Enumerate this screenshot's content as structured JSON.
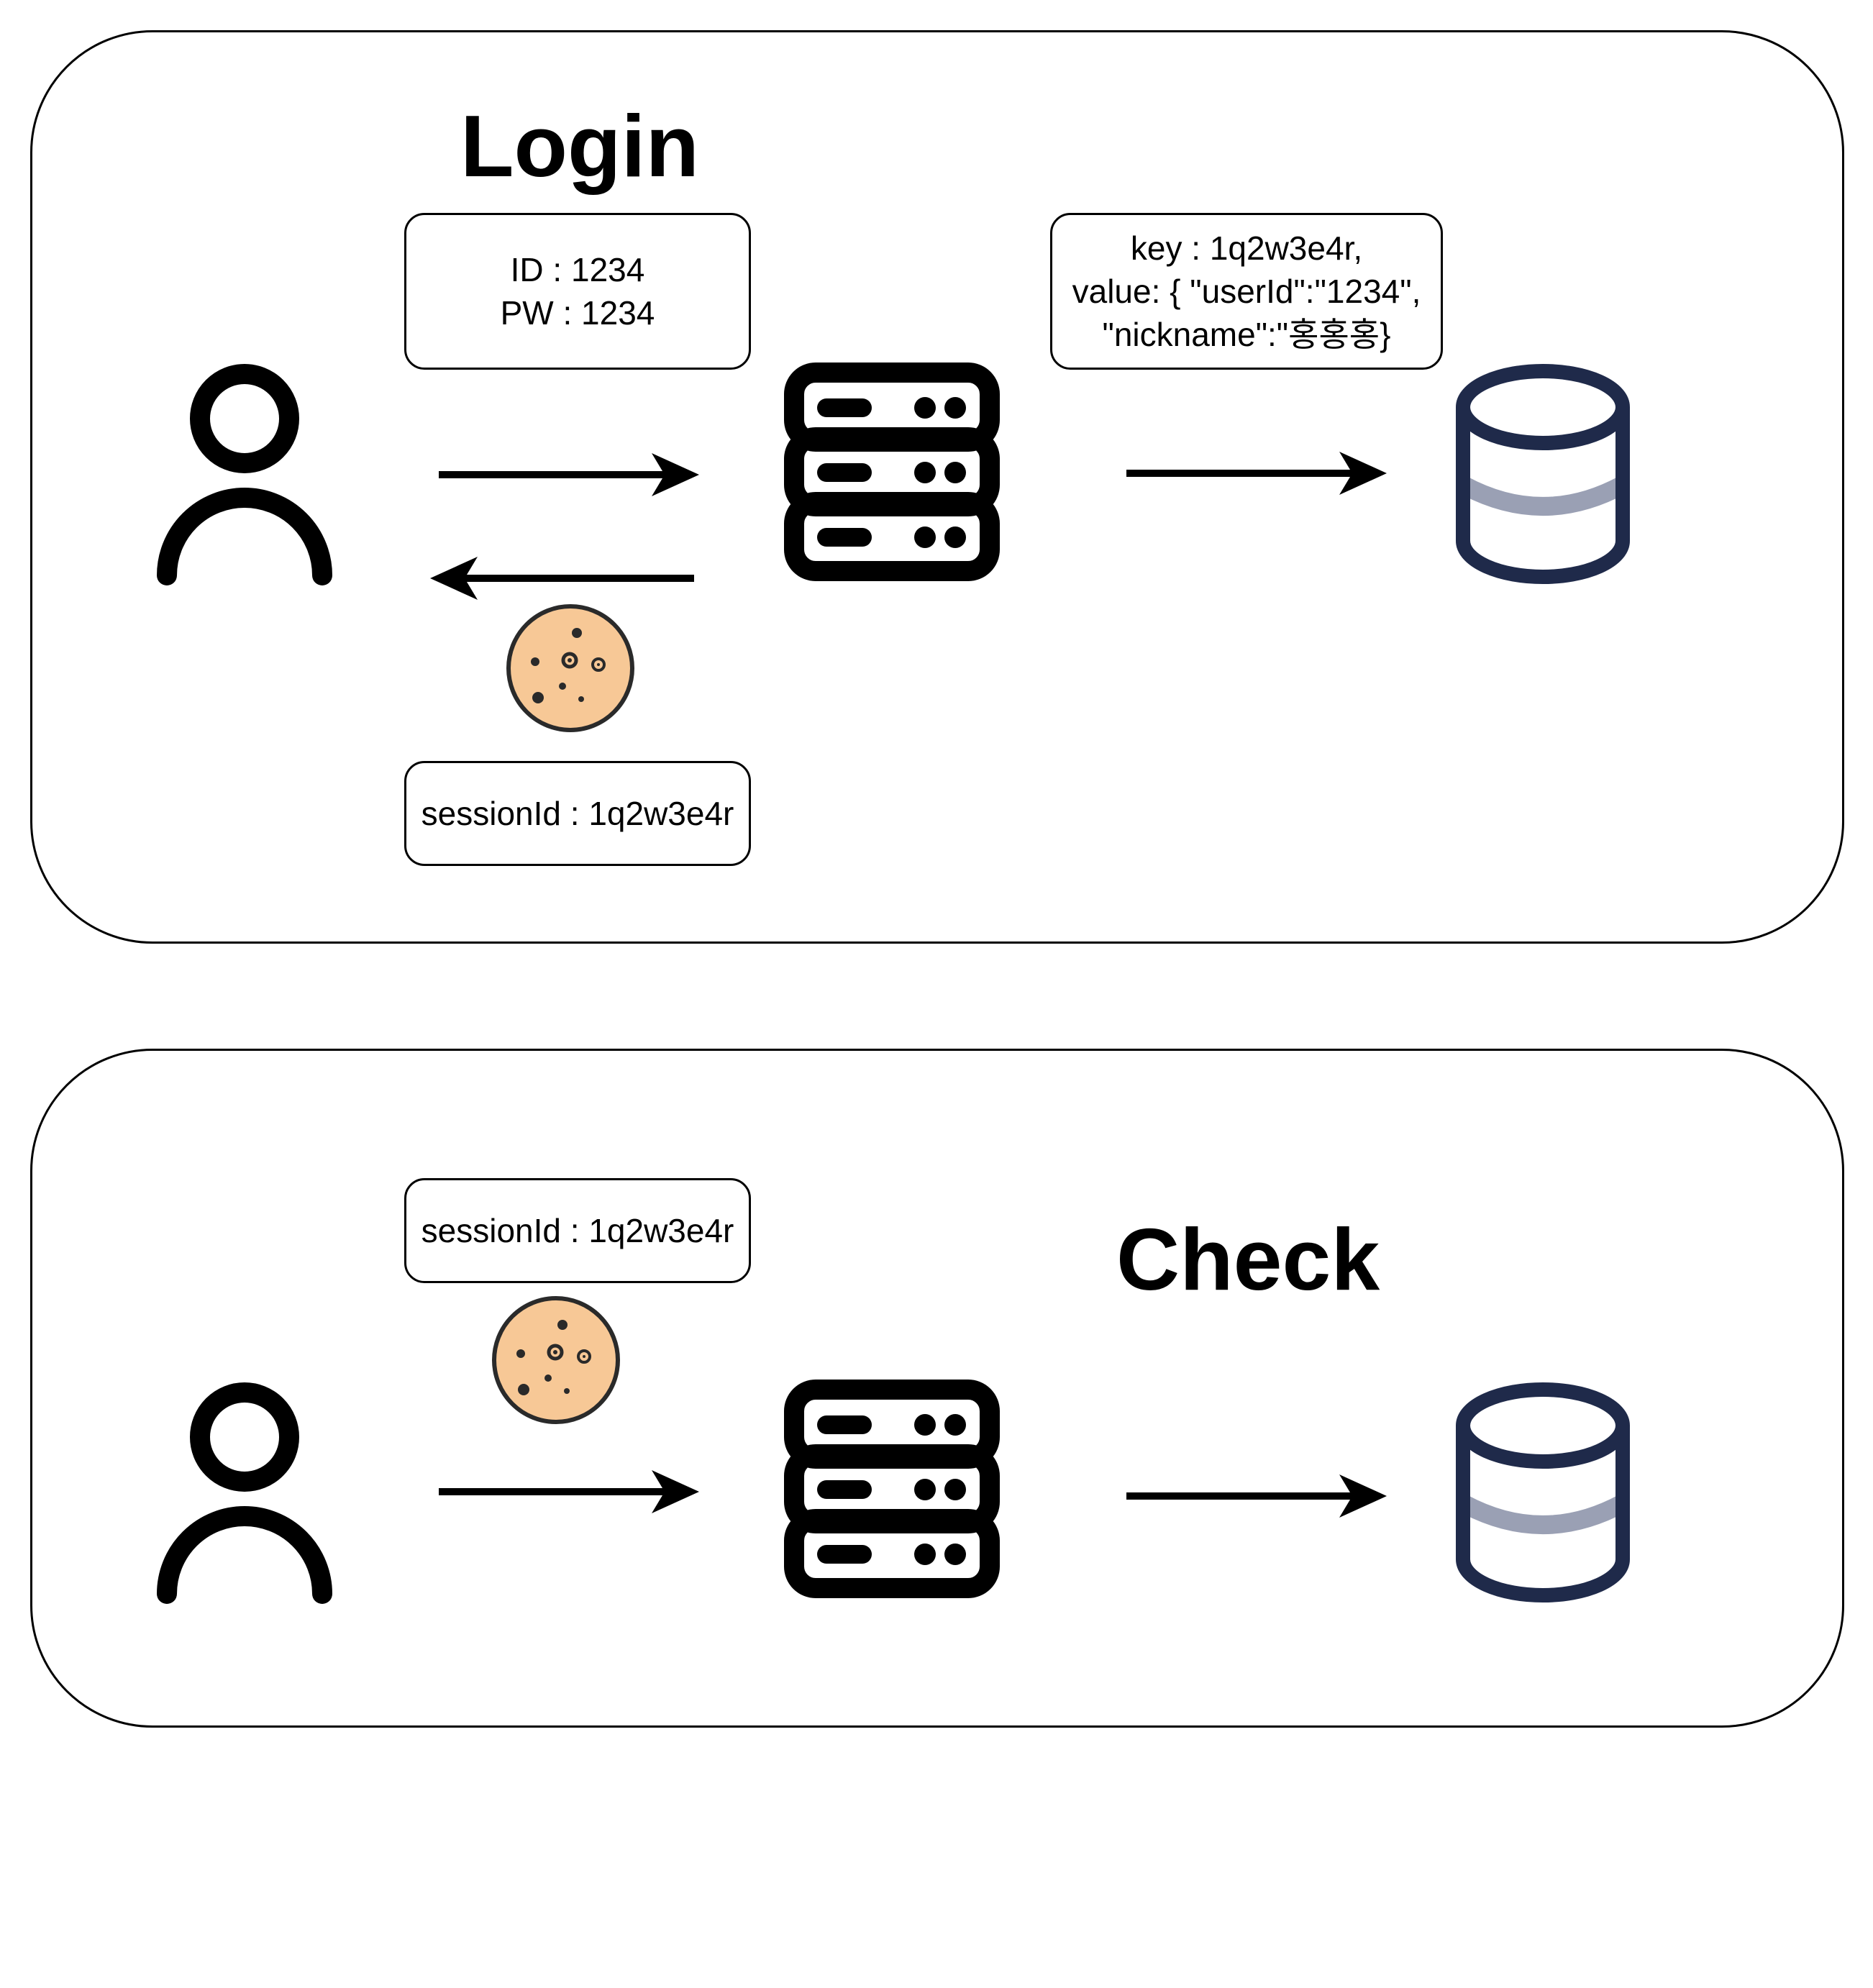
{
  "login": {
    "title": "Login",
    "credentials": {
      "line1": "ID : 1234",
      "line2": "PW : 1234"
    },
    "store": {
      "line1": "key : 1q2w3e4r,",
      "line2": "value: { \"userId\":\"1234\",",
      "line3": "\"nickname\":\"홍홍홍}"
    },
    "session": "sessionId : 1q2w3e4r"
  },
  "check": {
    "title": "Check",
    "session": "sessionId : 1q2w3e4r"
  },
  "colors": {
    "database_stroke": "#1f2a4a",
    "database_band": "#9aa0b4",
    "cookie_fill": "#f7c896",
    "stroke": "#000000"
  }
}
